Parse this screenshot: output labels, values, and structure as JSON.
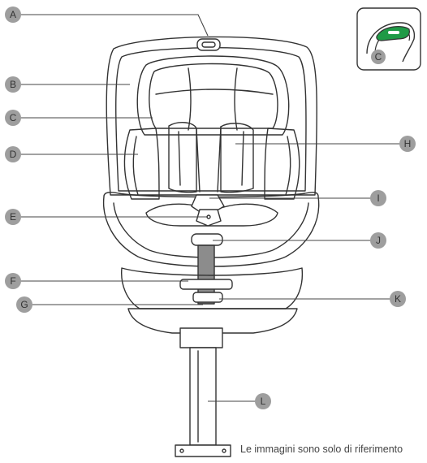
{
  "caption": "Le immagini sono solo di riferimento",
  "colors": {
    "badge": "#9e9e9e",
    "line": "#444444",
    "outline": "#333333",
    "highlight": "#1f9a46"
  },
  "labels": {
    "A": "A",
    "B": "B",
    "C": "C",
    "D": "D",
    "E": "E",
    "F": "F",
    "G": "G",
    "H": "H",
    "I": "I",
    "J": "J",
    "K": "K",
    "L": "L",
    "inset_C": "C"
  }
}
